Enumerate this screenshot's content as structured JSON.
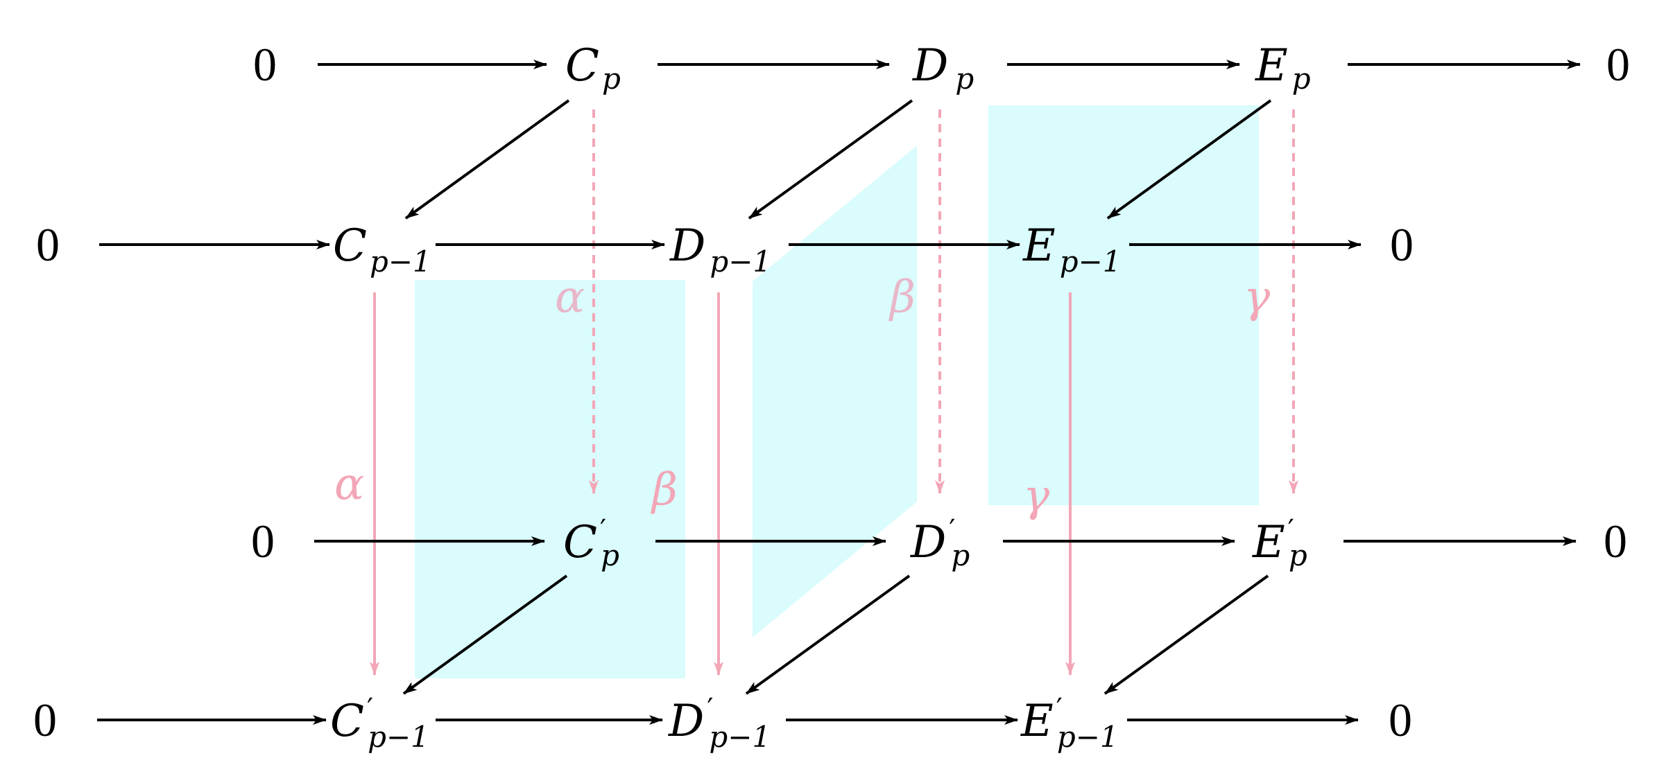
{
  "diagram": {
    "zero": "0",
    "nodes": {
      "cp": {
        "letter": "C",
        "sub": "p",
        "prime": ""
      },
      "dp": {
        "letter": "D",
        "sub": "p",
        "prime": ""
      },
      "ep": {
        "letter": "E",
        "sub": "p",
        "prime": ""
      },
      "cp1": {
        "letter": "C",
        "sub": "p−1",
        "prime": ""
      },
      "dp1": {
        "letter": "D",
        "sub": "p−1",
        "prime": ""
      },
      "ep1": {
        "letter": "E",
        "sub": "p−1",
        "prime": ""
      },
      "cpp": {
        "letter": "C",
        "sub": "p",
        "prime": "′"
      },
      "dpp": {
        "letter": "D",
        "sub": "p",
        "prime": "′"
      },
      "epp": {
        "letter": "E",
        "sub": "p",
        "prime": "′"
      },
      "cp1p": {
        "letter": "C",
        "sub": "p−1",
        "prime": "′"
      },
      "dp1p": {
        "letter": "D",
        "sub": "p−1",
        "prime": "′"
      },
      "ep1p": {
        "letter": "E",
        "sub": "p−1",
        "prime": "′"
      }
    },
    "maps": {
      "alpha": "α",
      "beta": "β",
      "gamma": "γ"
    },
    "colors": {
      "arrow": "#000000",
      "vertical_map": "#f2a6b6",
      "plane": "#d4fbfb"
    }
  }
}
